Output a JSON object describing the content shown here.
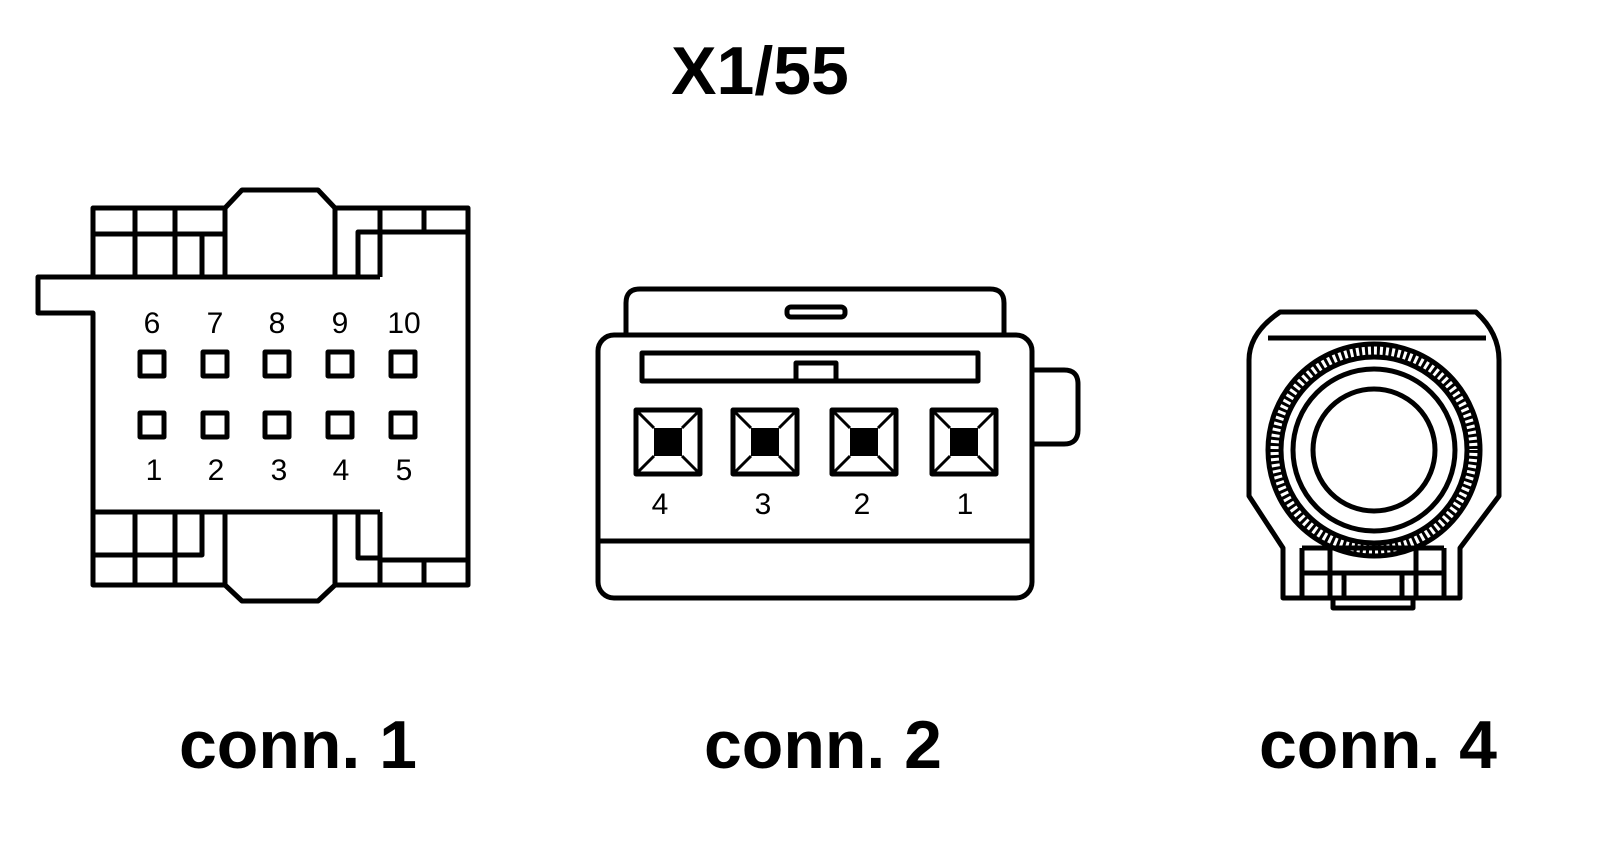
{
  "title": "X1/55",
  "connectors": [
    {
      "label": "conn. 1",
      "pins_top": [
        "6",
        "7",
        "8",
        "9",
        "10"
      ],
      "pins_bottom": [
        "1",
        "2",
        "3",
        "4",
        "5"
      ]
    },
    {
      "label": "conn. 2",
      "pins": [
        "4",
        "3",
        "2",
        "1"
      ]
    },
    {
      "label": "conn. 4"
    }
  ]
}
